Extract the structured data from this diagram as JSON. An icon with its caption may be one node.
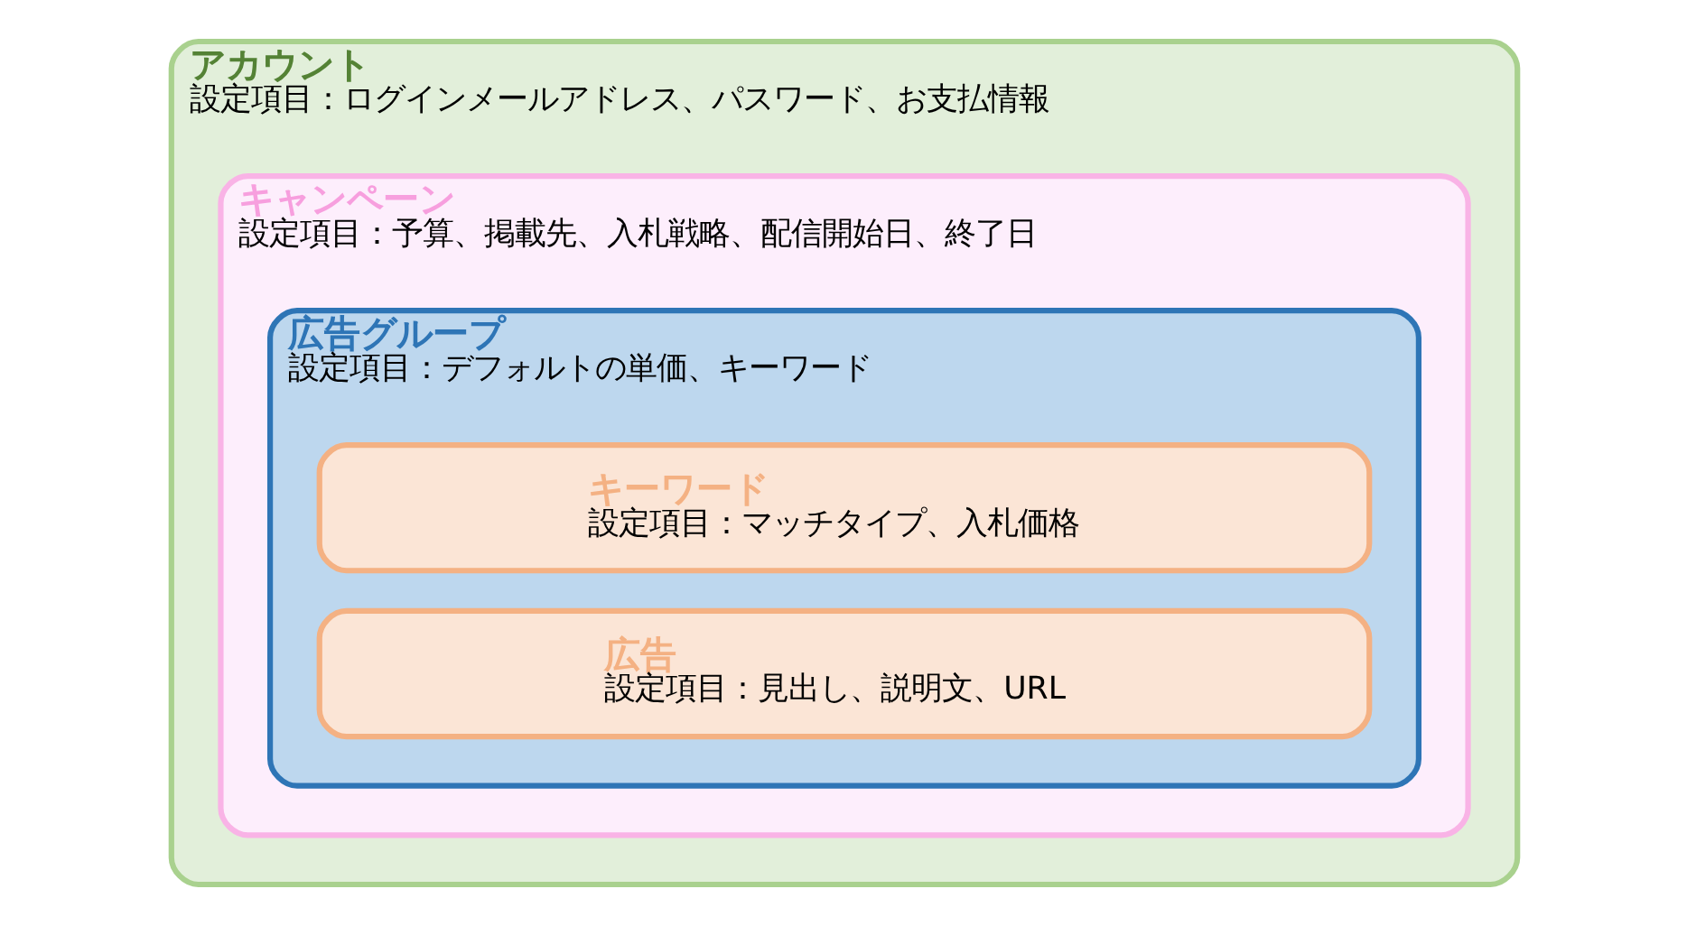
{
  "diagram": {
    "nodes": [
      {
        "text": [
          "アカウント",
          "設定項目：ログインメールアドレス、パスワード、お支払情報"
        ]
      },
      {
        "text": [
          "キャンペーン",
          "設定項目：予算、掲載先、入札戦略、配信開始日、終了日"
        ],
        "in": 0
      },
      {
        "text": [
          "広告グループ",
          "設定項目：デフォルトの単価、キーワード"
        ],
        "in": 1
      },
      {
        "text": [
          "キーワード",
          "設定項目：マッチタイプ、入札価格"
        ],
        "in": 2
      },
      {
        "text": [
          "広告",
          "設定項目：見出し、説明文、URL"
        ],
        "in": 2
      }
    ]
  }
}
